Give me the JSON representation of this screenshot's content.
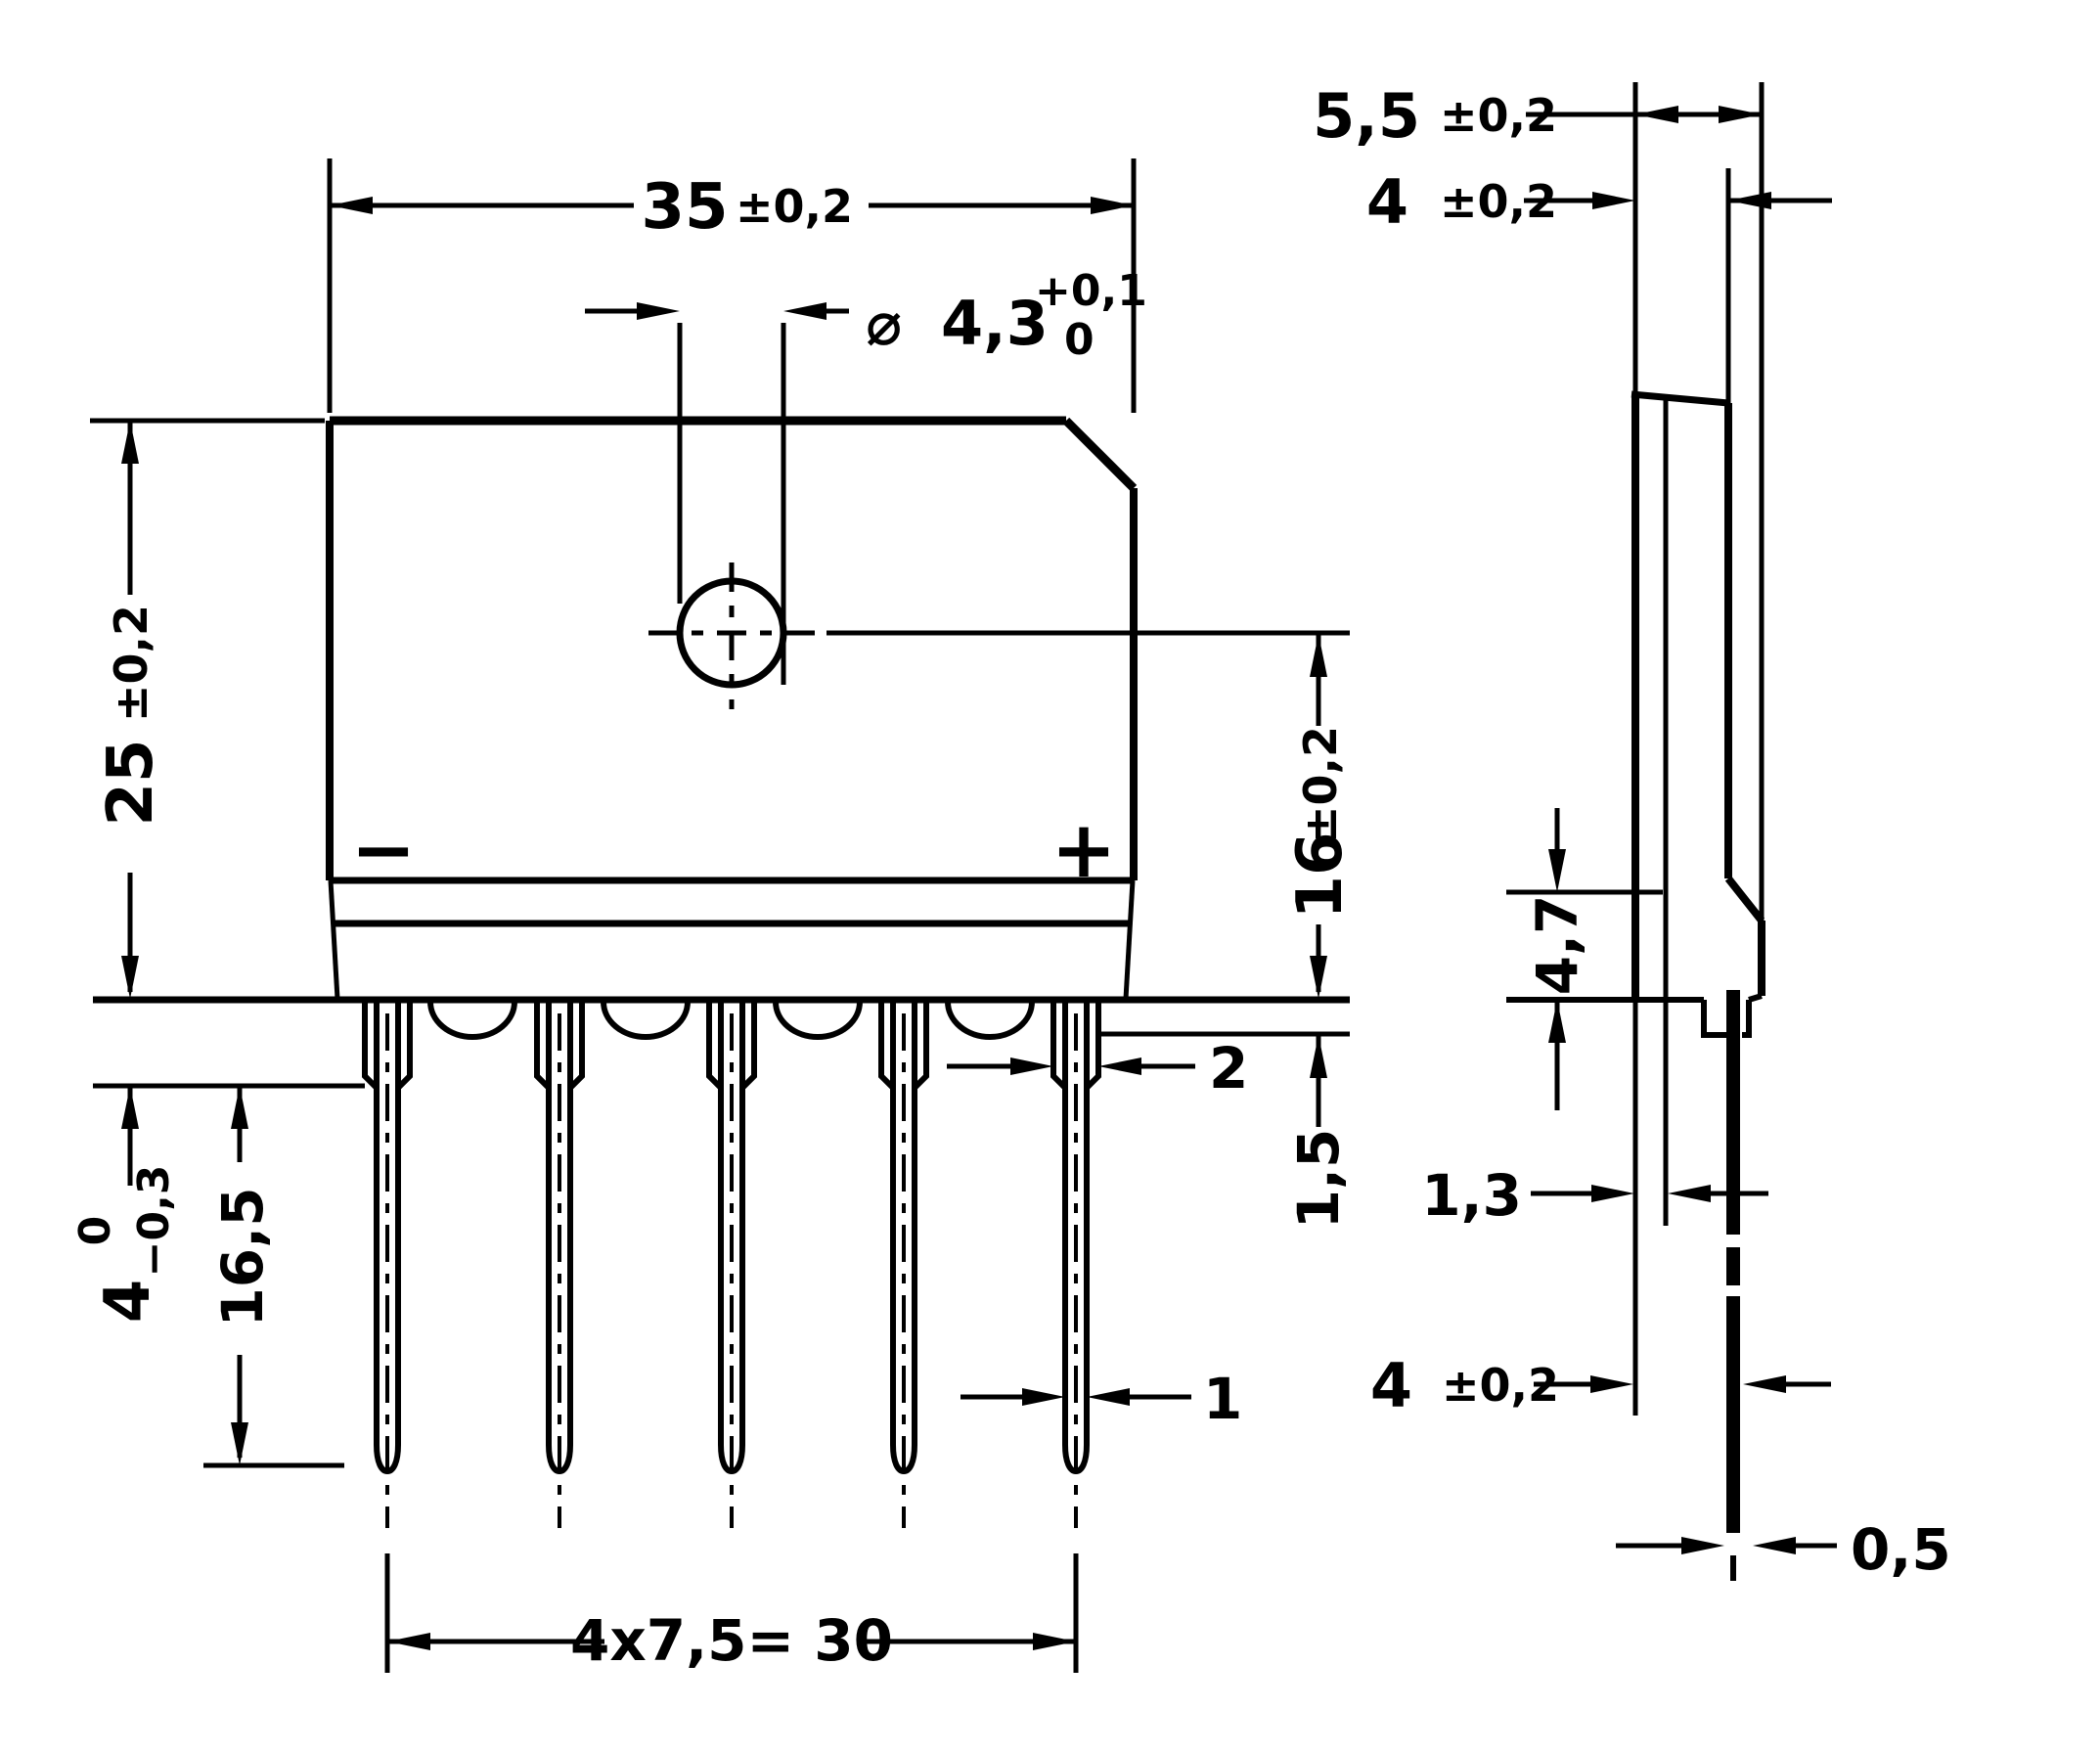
{
  "drawing": {
    "type": "mechanical-outline-drawing",
    "views": [
      "front",
      "side"
    ],
    "line_color": "#000000",
    "background_color": "#ffffff",
    "front": {
      "polarity_minus": "−",
      "polarity_plus": "+",
      "body_width": {
        "value": "35",
        "tol": "±0,2"
      },
      "hole_dia": {
        "symbol": "⌀",
        "value": "4,3",
        "tol_upper": "+0,1",
        "tol_lower": "0"
      },
      "body_height": {
        "value": "25",
        "tol": "±0,2"
      },
      "hole_center_height": {
        "value": "16",
        "tol": "±0,2"
      },
      "standoff_height": {
        "value": "1,5"
      },
      "lead_width_upper": {
        "value": "2"
      },
      "lead_width_lower": {
        "value": "1"
      },
      "lead_shoulder": {
        "value": "4",
        "tol_upper": "0",
        "tol_lower": "−0,3"
      },
      "lead_length": {
        "value": "16,5"
      },
      "lead_pitch": {
        "value": "4x7,5= 30"
      }
    },
    "side": {
      "body_thickness": {
        "value": "5,5",
        "tol": "±0,2"
      },
      "tab_thickness": {
        "value": "4",
        "tol": "±0,2"
      },
      "base_height": {
        "value": "4,7"
      },
      "boss_depth": {
        "value": "1,3"
      },
      "lead_offset": {
        "value": "4",
        "tol": "±0,2"
      },
      "lead_thickness": {
        "value": "0,5"
      }
    }
  }
}
